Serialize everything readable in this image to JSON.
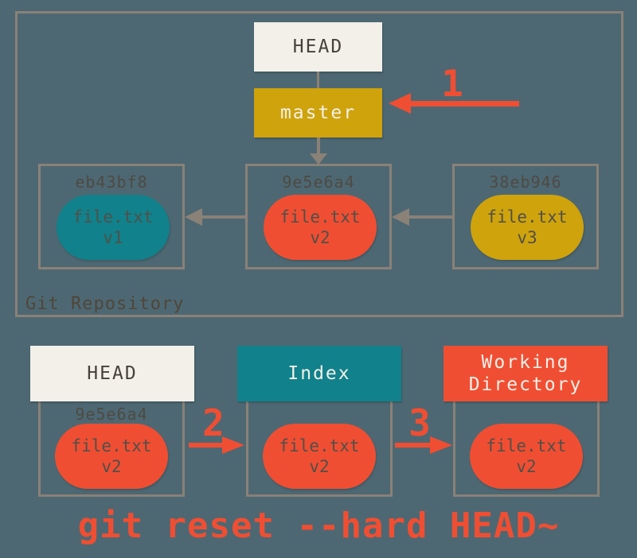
{
  "colors": {
    "background": "#4d6873",
    "frame_border": "#8a8177",
    "offwhite_box": "#f2f0e9",
    "gold": "#cfa30c",
    "teal": "#11818b",
    "orange_red": "#f04e32",
    "dark_text": "#46413a",
    "hash_text": "#4e4a43"
  },
  "repository": {
    "label": "Git Repository",
    "head_ref": "HEAD",
    "branch_ref": "master",
    "step1": "1",
    "commits": [
      {
        "hash": "eb43bf8",
        "file": "file.txt",
        "version": "v1",
        "blob_color": "#11818b"
      },
      {
        "hash": "9e5e6a4",
        "file": "file.txt",
        "version": "v2",
        "blob_color": "#f04e32"
      },
      {
        "hash": "38eb946",
        "file": "file.txt",
        "version": "v3",
        "blob_color": "#cfa30c"
      }
    ]
  },
  "workspace": {
    "head": {
      "title": "HEAD",
      "hash": "9e5e6a4",
      "file": "file.txt",
      "version": "v2"
    },
    "index": {
      "title": "Index",
      "file": "file.txt",
      "version": "v2"
    },
    "working_directory": {
      "title": "Working Directory",
      "file": "file.txt",
      "version": "v2"
    },
    "step2": "2",
    "step3": "3"
  },
  "caption": "git reset --hard HEAD~"
}
